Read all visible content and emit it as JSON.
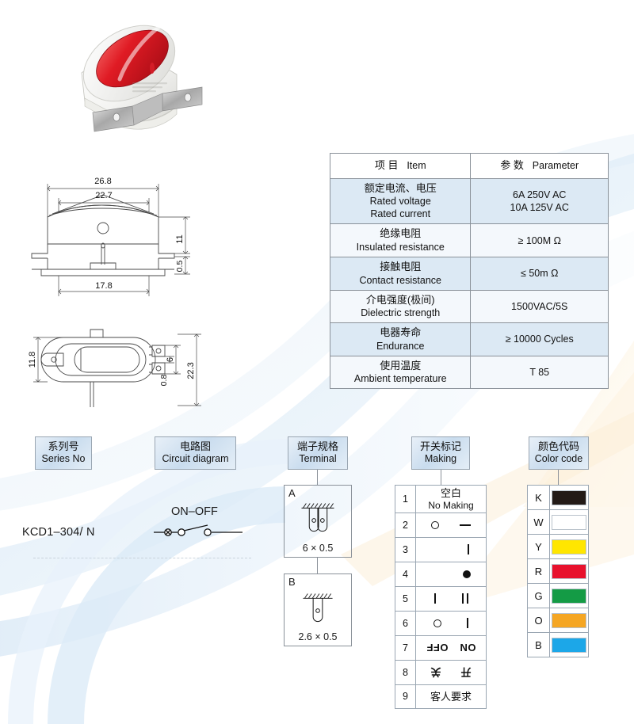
{
  "product": {
    "photo_alt": "red rocker switch with white body and two spade terminals"
  },
  "drawings": {
    "side_view": {
      "dims": [
        "26.8",
        "22.7",
        "11",
        "0.5",
        "17.8"
      ]
    },
    "top_view": {
      "dims": [
        "11.8",
        "6",
        "0.8",
        "22.3"
      ]
    }
  },
  "spec_table": {
    "headers": {
      "item_cn": "项 目",
      "item_en": "Item",
      "param_cn": "参 数",
      "param_en": "Parameter"
    },
    "rows": [
      {
        "item_cn": "额定电流、电压",
        "item_en_1": "Rated voltage",
        "item_en_2": "Rated current",
        "param_1": "6A   250V AC",
        "param_2": "10A 125V AC"
      },
      {
        "item_cn": "绝缘电阻",
        "item_en_1": "Insulated resistance",
        "param_1": "≥ 100M Ω"
      },
      {
        "item_cn": "接触电阻",
        "item_en_1": "Contact resistance",
        "param_1": "≤ 50m Ω"
      },
      {
        "item_cn": "介电强度(极间)",
        "item_en_1": "Dielectric strength",
        "param_1": "1500VAC/5S"
      },
      {
        "item_cn": "电器寿命",
        "item_en_1": "Endurance",
        "param_1": "≥ 10000 Cycles"
      },
      {
        "item_cn": "使用温度",
        "item_en_1": "Ambient temperature",
        "param_1": "T 85"
      }
    ]
  },
  "sections": {
    "series": {
      "cn": "系列号",
      "en": "Series No",
      "value": "KCD1–304/ N"
    },
    "circuit": {
      "cn": "电路图",
      "en": "Circuit diagram",
      "label": "ON–OFF"
    },
    "terminal": {
      "cn": "端子规格",
      "en": "Terminal",
      "items": [
        {
          "letter": "A",
          "dim": "6 × 0.5"
        },
        {
          "letter": "B",
          "dim": "2.6 × 0.5"
        }
      ]
    },
    "marking": {
      "cn": "开关标记",
      "en": "Making",
      "rows": [
        {
          "no": "1",
          "type": "text",
          "cn": "空白",
          "en": "No Making"
        },
        {
          "no": "2",
          "type": "sym",
          "left": "circle",
          "right": "dash"
        },
        {
          "no": "3",
          "type": "sym",
          "left": "none",
          "right": "bar"
        },
        {
          "no": "4",
          "type": "sym",
          "left": "none",
          "right": "dot"
        },
        {
          "no": "5",
          "type": "sym",
          "left": "bar",
          "right": "dbar"
        },
        {
          "no": "6",
          "type": "sym",
          "left": "circle",
          "right": "bar"
        },
        {
          "no": "7",
          "type": "rot",
          "left": "OFF",
          "right": "ON"
        },
        {
          "no": "8",
          "type": "rot",
          "left": "关",
          "right": "开"
        },
        {
          "no": "9",
          "type": "text",
          "cn": "客人要求",
          "en": ""
        }
      ]
    },
    "color_code": {
      "cn": "颜色代码",
      "en": "Color code",
      "rows": [
        {
          "code": "K",
          "hex": "#231a16"
        },
        {
          "code": "W",
          "hex": "#ffffff"
        },
        {
          "code": "Y",
          "hex": "#ffe600"
        },
        {
          "code": "R",
          "hex": "#e8112d"
        },
        {
          "code": "G",
          "hex": "#149b45"
        },
        {
          "code": "O",
          "hex": "#f5a623"
        },
        {
          "code": "B",
          "hex": "#1ca7e8"
        }
      ]
    }
  },
  "theme": {
    "table_shade": "#dce9f4",
    "table_plain": "#f4f8fc",
    "chip_border": "#9aa6b2",
    "line": "#4a4a4a"
  }
}
